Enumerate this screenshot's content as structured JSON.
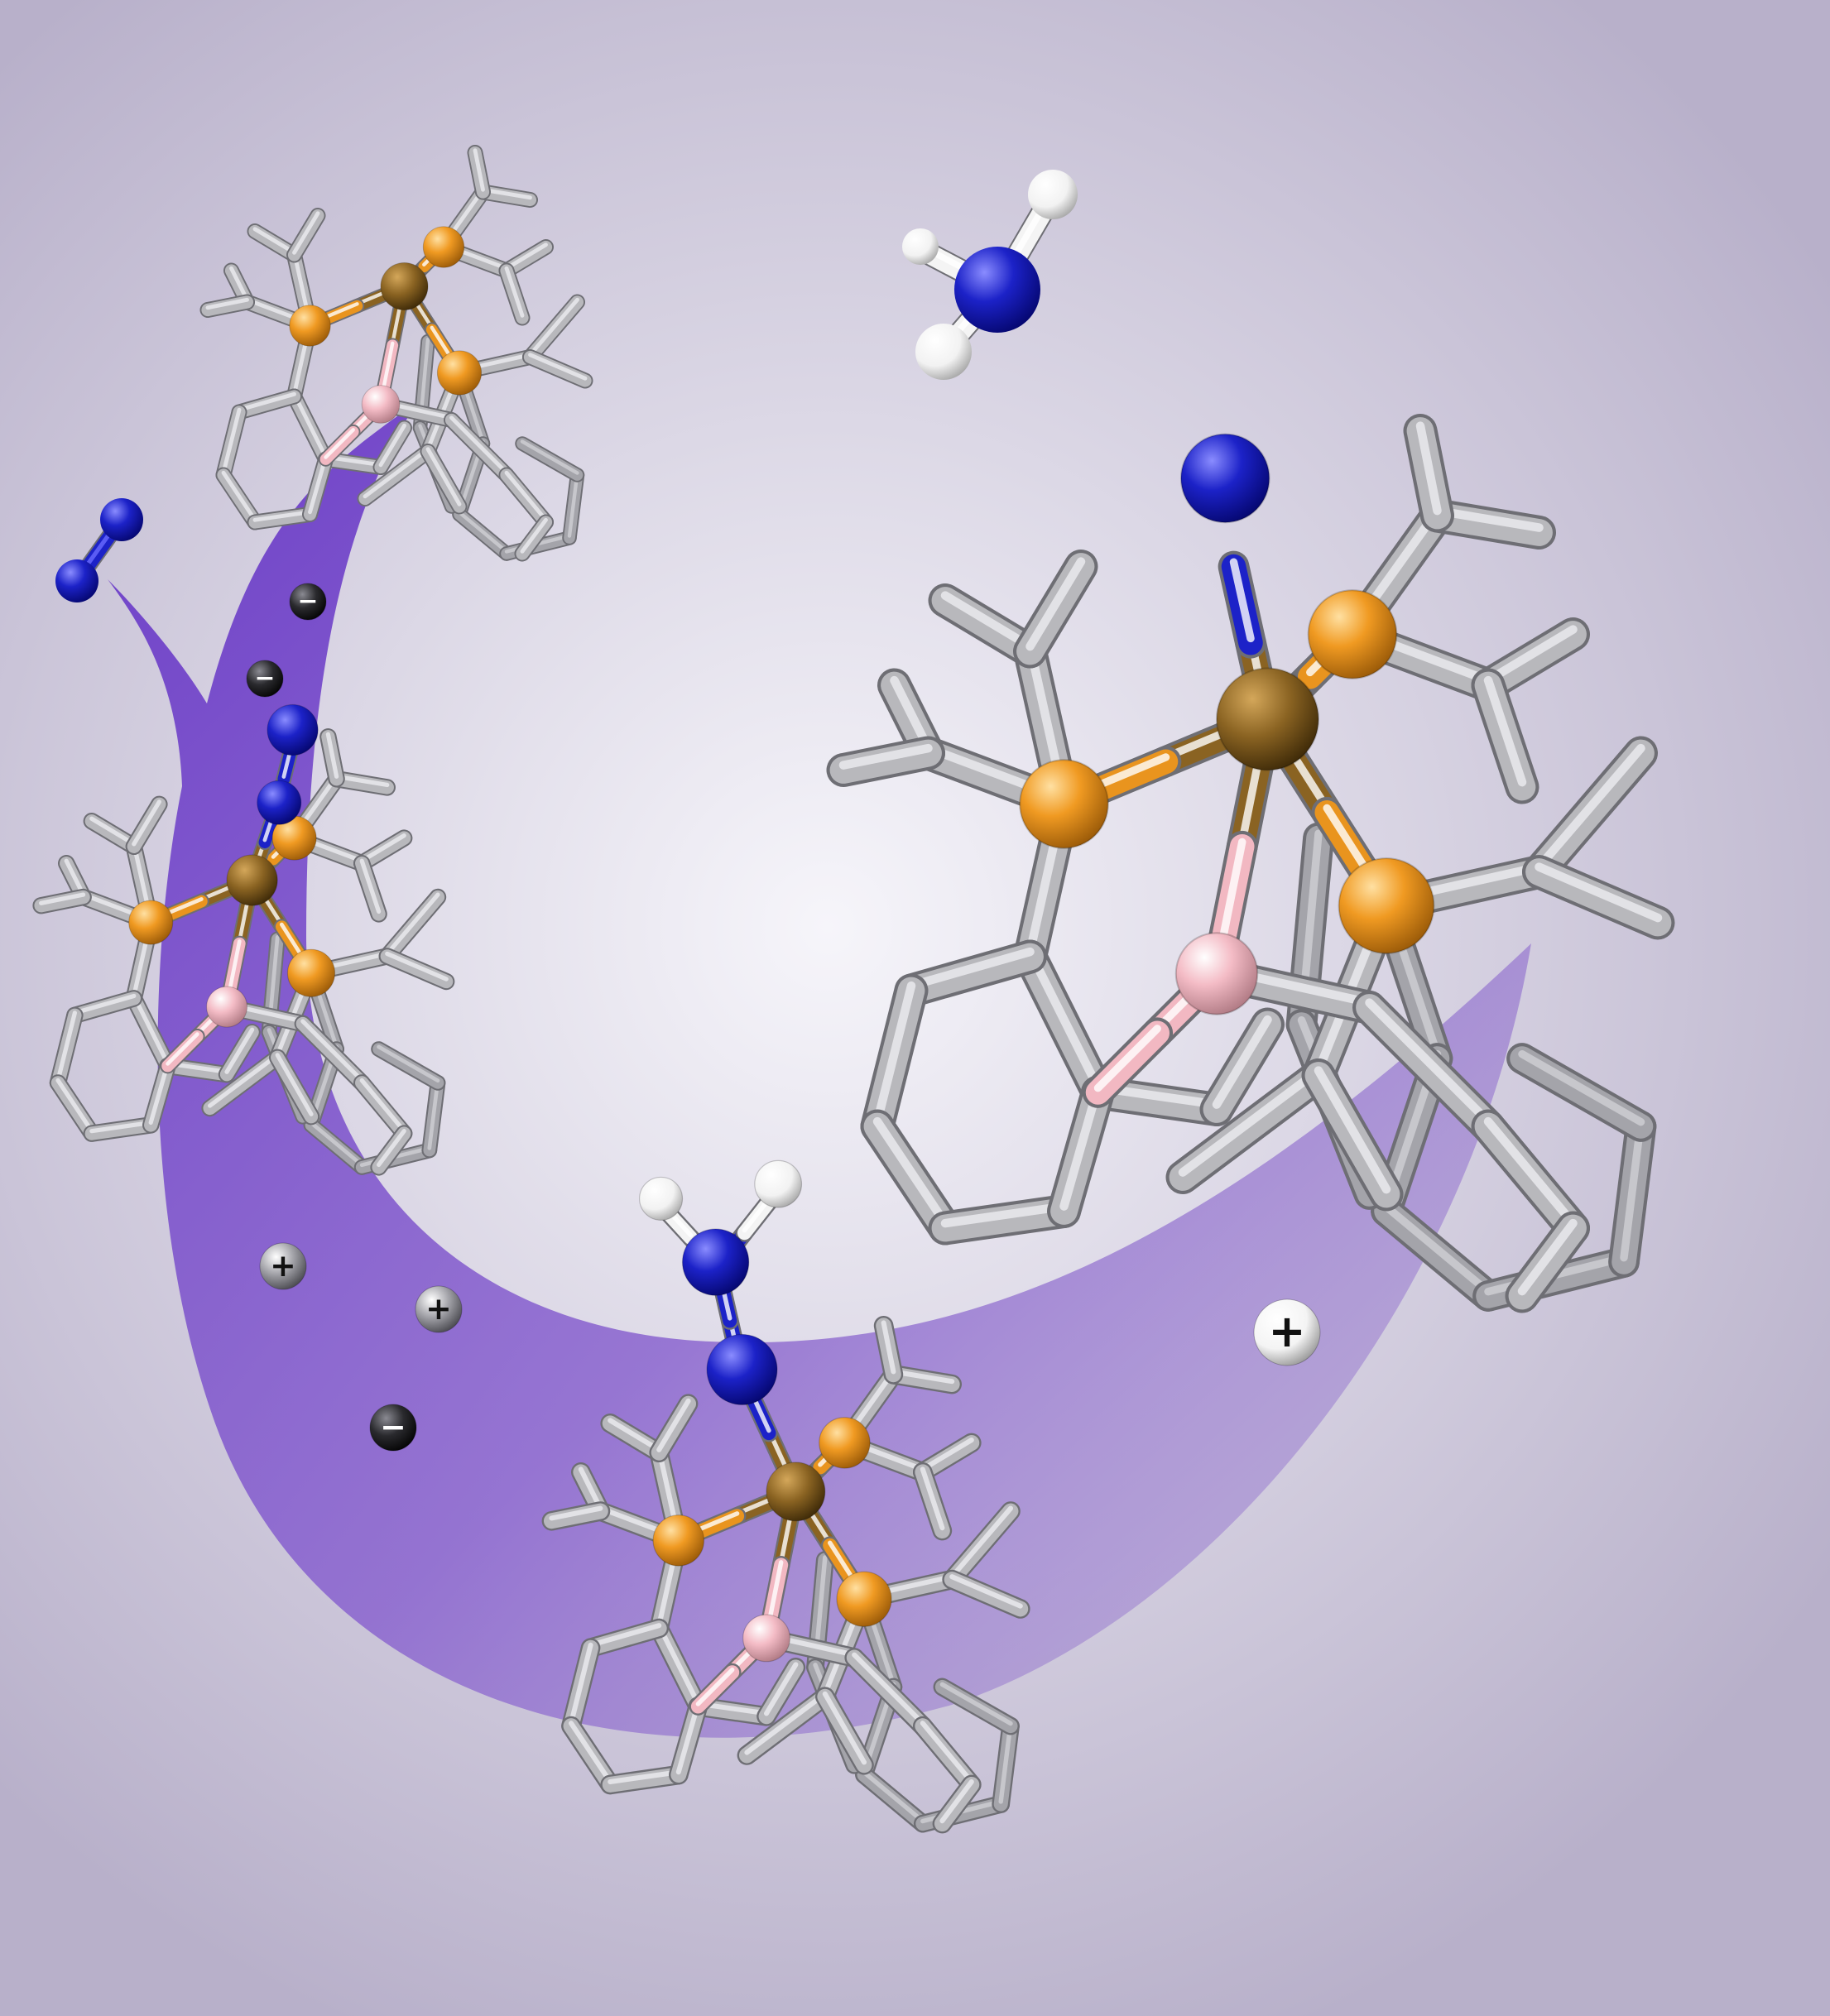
{
  "figure": {
    "background": {
      "center": "#f6f5fa",
      "edge": "#b8b0ca"
    },
    "swoosh_color": "#7b4fd0",
    "colors": {
      "carbon_bond": "#b8b8bc",
      "carbon_bond_light": "#e2e2e6",
      "phosphorus": "#e9941e",
      "iron": "#8a6322",
      "boron": "#f2b8c2",
      "nitrogen": "#1c22c8",
      "hydrogen": "#f4f4f4",
      "charge_ball": "#2a2a2e",
      "charge_ball_light": "#9a9aa0"
    },
    "charge_symbols": {
      "plus": "+",
      "minus": "−"
    },
    "molecules": [
      {
        "name": "complex-top-left",
        "kind": "Fe-P3B complex"
      },
      {
        "name": "complex-left-n2",
        "kind": "Fe-N2 complex"
      },
      {
        "name": "complex-right-fen",
        "kind": "Fe≡N complex"
      },
      {
        "name": "complex-bottom-fenh2",
        "kind": "Fe-NNH2 complex"
      },
      {
        "name": "dinitrogen",
        "kind": "N2"
      },
      {
        "name": "ammonia",
        "kind": "NH3"
      }
    ]
  }
}
